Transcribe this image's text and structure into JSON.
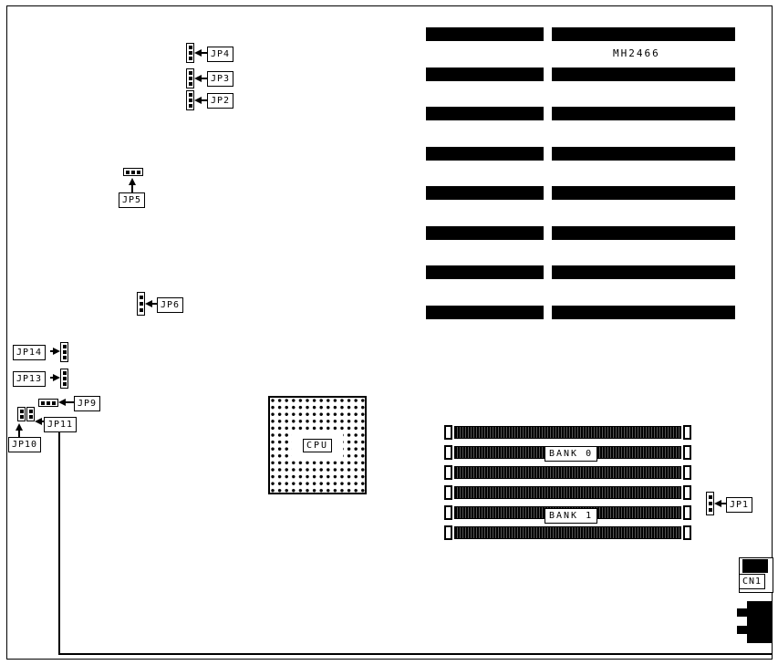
{
  "board": {
    "model_label": "MH2466",
    "cpu_label": "CPU",
    "bank0_label": "BANK 0",
    "bank1_label": "BANK 1",
    "cn1_label": "CN1",
    "jumpers": {
      "jp1": "JP1",
      "jp2": "JP2",
      "jp3": "JP3",
      "jp4": "JP4",
      "jp5": "JP5",
      "jp6": "JP6",
      "jp9": "JP9",
      "jp10": "JP10",
      "jp11": "JP11",
      "jp13": "JP13",
      "jp14": "JP14"
    }
  }
}
